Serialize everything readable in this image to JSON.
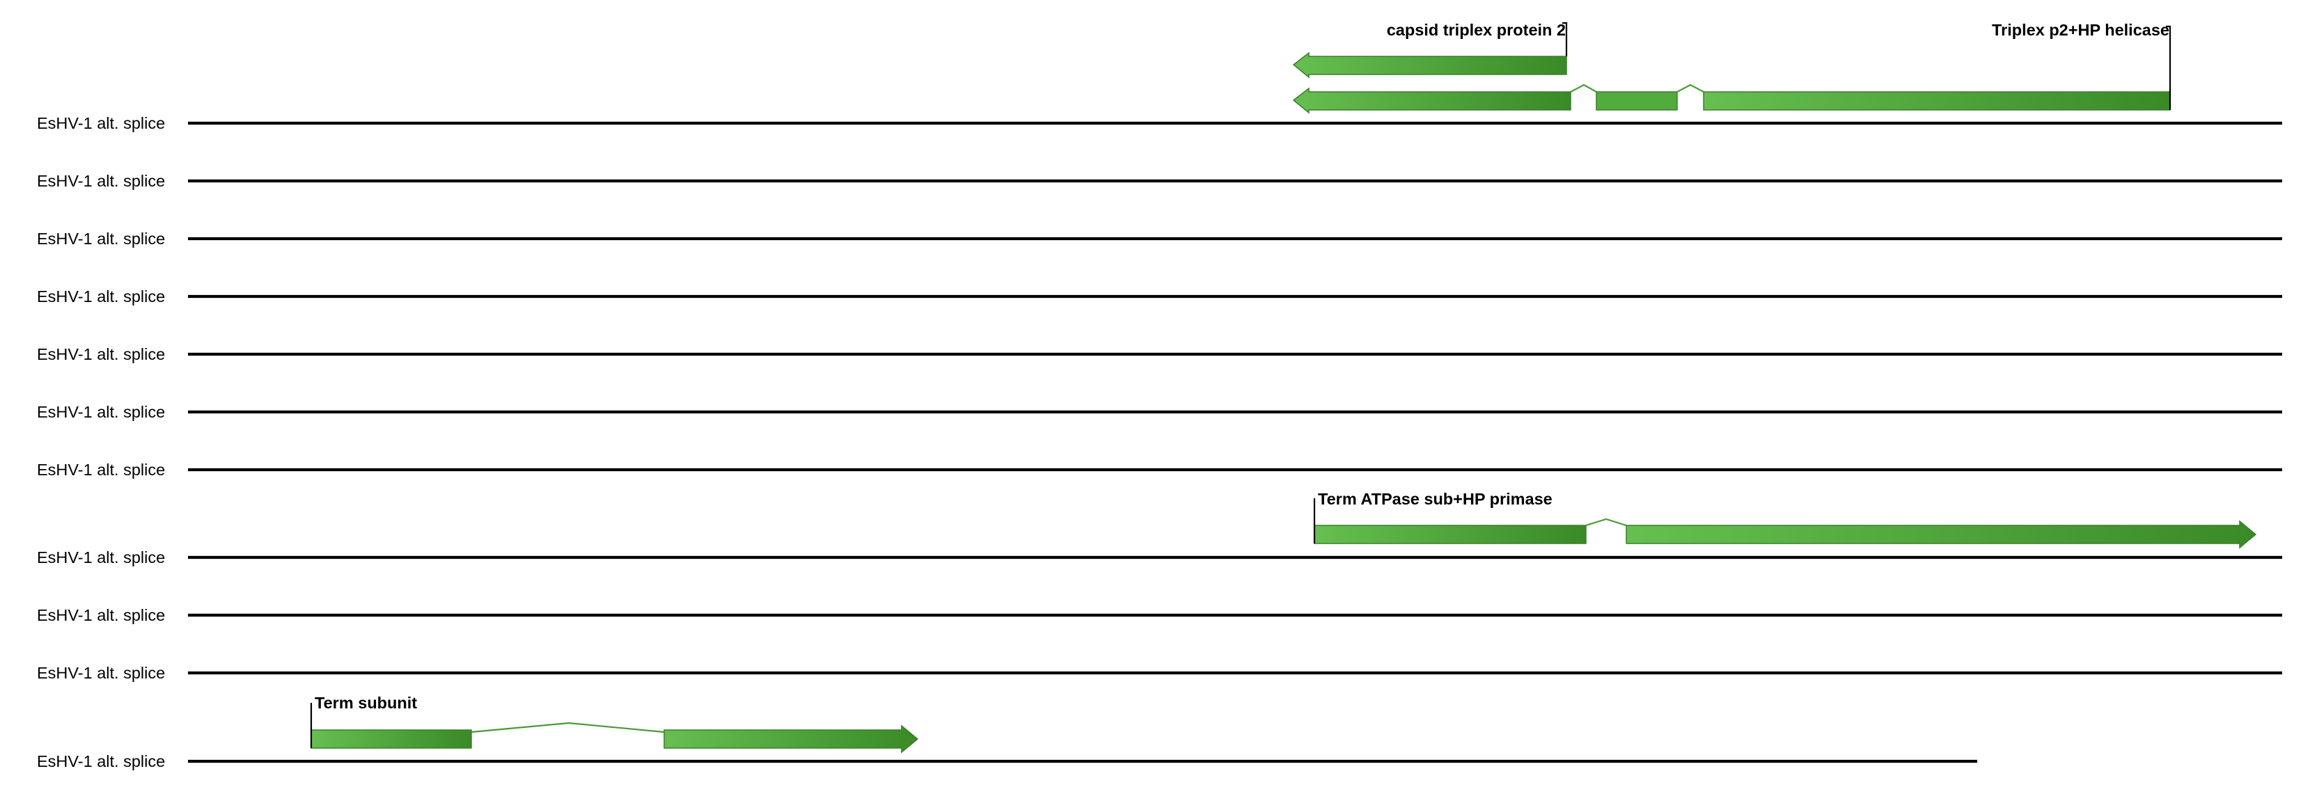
{
  "tracks": [
    {
      "label": "EsHV-1 alt. splice"
    },
    {
      "label": "EsHV-1 alt. splice"
    },
    {
      "label": "EsHV-1 alt. splice"
    },
    {
      "label": "EsHV-1 alt. splice"
    },
    {
      "label": "EsHV-1 alt. splice"
    },
    {
      "label": "EsHV-1 alt. splice"
    },
    {
      "label": "EsHV-1 alt. splice"
    },
    {
      "label": "EsHV-1 alt. splice"
    },
    {
      "label": "EsHV-1 alt. splice"
    },
    {
      "label": "EsHV-1 alt. splice"
    },
    {
      "label": "EsHV-1 alt. splice"
    }
  ],
  "genes": [
    {
      "label": "capsid triplex protein 2",
      "strand": "reverse",
      "track_index": 0
    },
    {
      "label": "Triplex p2+HP helicase",
      "strand": "reverse",
      "track_index": 0
    },
    {
      "label": "Term ATPase sub+HP primase",
      "strand": "forward",
      "track_index": 7
    },
    {
      "label": "Term subunit",
      "strand": "forward",
      "track_index": 10
    }
  ],
  "colors": {
    "exon_light": "#5fb84a",
    "exon_dark": "#3d8a2a",
    "exon_stroke": "#3a7f28",
    "track_line": "#000000"
  }
}
